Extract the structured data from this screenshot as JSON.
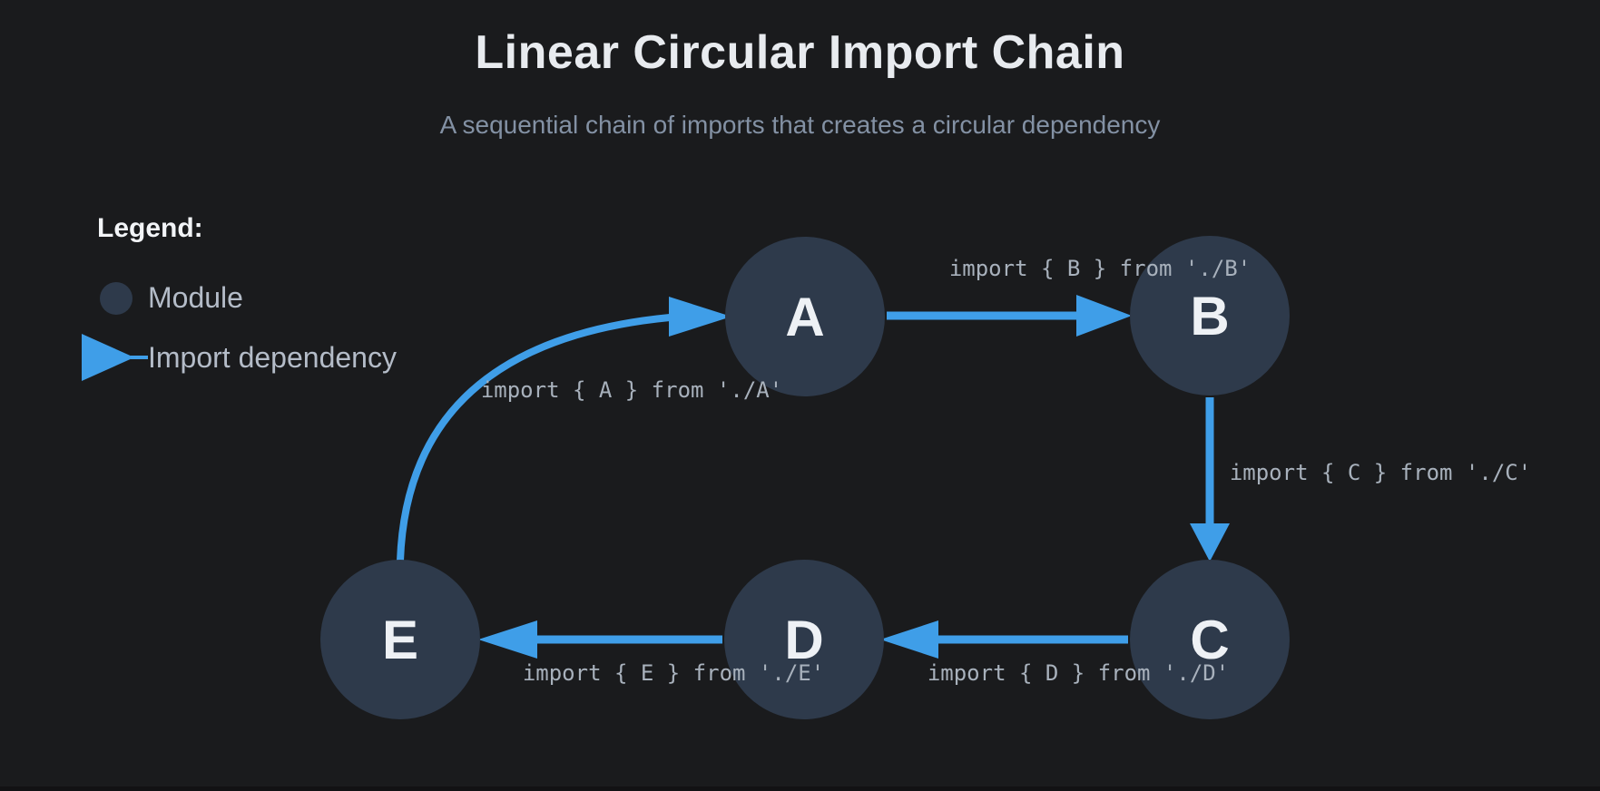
{
  "page": {
    "title": "Linear Circular Import Chain",
    "subtitle": "A sequential chain of imports that creates a circular dependency"
  },
  "legend": {
    "heading": "Legend:",
    "items": [
      {
        "icon": "module-circle-icon",
        "label": "Module"
      },
      {
        "icon": "import-arrow-icon",
        "label": "Import dependency"
      }
    ]
  },
  "diagram": {
    "type": "directed-graph",
    "nodes": [
      {
        "id": "A",
        "label": "A"
      },
      {
        "id": "B",
        "label": "B"
      },
      {
        "id": "C",
        "label": "C"
      },
      {
        "id": "D",
        "label": "D"
      },
      {
        "id": "E",
        "label": "E"
      }
    ],
    "edges": [
      {
        "from": "A",
        "to": "B",
        "label": "import { B } from './B'"
      },
      {
        "from": "B",
        "to": "C",
        "label": "import { C } from './C'"
      },
      {
        "from": "C",
        "to": "D",
        "label": "import { D } from './D'"
      },
      {
        "from": "D",
        "to": "E",
        "label": "import { E } from './E'"
      },
      {
        "from": "E",
        "to": "A",
        "label": "import { A } from './A'"
      }
    ]
  },
  "colors": {
    "background": "#1a1b1d",
    "node_fill": "#2e3a4b",
    "arrow_blue": "#3f9ee8",
    "edge_label_text": "#a8b1bc",
    "title_text": "#e8ebef",
    "subtitle_text": "#8391a4",
    "legend_text": "#b4bcc8"
  }
}
